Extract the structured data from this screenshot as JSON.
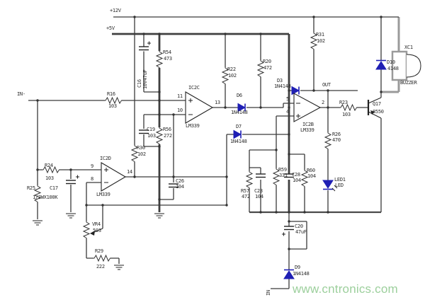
{
  "power": {
    "v12": "+12V",
    "v5": "+5V"
  },
  "nets": {
    "input": "IN-",
    "output": "OUT",
    "bottom": "IN"
  },
  "ics": {
    "ic2c": {
      "name": "IC2C",
      "part": "LM339",
      "pin_plus": "11",
      "pin_minus": "10",
      "pin_out": "13"
    },
    "ic2b": {
      "name": "IC2B",
      "part": "LM339",
      "pin_minus": "5",
      "pin_plus": "4",
      "pin_out": "2"
    },
    "ic2d": {
      "name": "IC2D",
      "part": "LM339",
      "pin_plus": "9",
      "pin_minus": "8",
      "pin_out": "14"
    }
  },
  "components": {
    "r16": {
      "ref": "R16",
      "val": "103"
    },
    "c16": {
      "ref": "C16",
      "val": "10V47uF"
    },
    "r54": {
      "ref": "R54",
      "val": "473"
    },
    "r30": {
      "ref": "R30",
      "val": "102"
    },
    "r22": {
      "ref": "R22",
      "val": "102"
    },
    "r20": {
      "ref": "R20",
      "val": "472"
    },
    "r31": {
      "ref": "R31",
      "val": "102"
    },
    "d6": {
      "ref": "D6",
      "val": "1N4148"
    },
    "d7": {
      "ref": "D7",
      "val": "1N4148"
    },
    "d3": {
      "ref": "D3",
      "val": "1N4148"
    },
    "d10": {
      "ref": "D10",
      "val": "4148"
    },
    "d9": {
      "ref": "D9",
      "val": "1N4148"
    },
    "xc1": {
      "ref": "XC1",
      "val": "BUZZER"
    },
    "q17": {
      "ref": "Q17",
      "val": "8550"
    },
    "r23": {
      "ref": "R23",
      "val": "103"
    },
    "r26": {
      "ref": "R26",
      "val": "470"
    },
    "led1": {
      "ref": "LED1",
      "val": "LED"
    },
    "r24": {
      "ref": "R24",
      "val": "103"
    },
    "r25": {
      "ref": "R25",
      "val": "1/2WX100K"
    },
    "c17": {
      "ref": "C17",
      "val": ""
    },
    "vr4": {
      "ref": "VR4",
      "val": "503"
    },
    "r29": {
      "ref": "R29",
      "val": "222"
    },
    "c19": {
      "ref": "C19",
      "val": "103"
    },
    "r56": {
      "ref": "R56",
      "val": "272"
    },
    "c26": {
      "ref": "C26",
      "val": "104"
    },
    "r57": {
      "ref": "R57",
      "val": "472"
    },
    "c23": {
      "ref": "C23",
      "val": "104"
    },
    "r59": {
      "ref": "R59",
      "val": "331"
    },
    "c28": {
      "ref": "C28",
      "val": "104"
    },
    "r60": {
      "ref": "R60",
      "val": "104"
    },
    "c20": {
      "ref": "C20",
      "val": "47uF"
    }
  },
  "watermark": {
    "text": "www.cntronics.com",
    "color": "#9ccf9c"
  },
  "colors": {
    "diode_blue": "#1f1fb4",
    "wire": "#3a3a3a",
    "thick_bus": "#3f3f3f",
    "buzzer_gray": "#9a9a9a"
  }
}
